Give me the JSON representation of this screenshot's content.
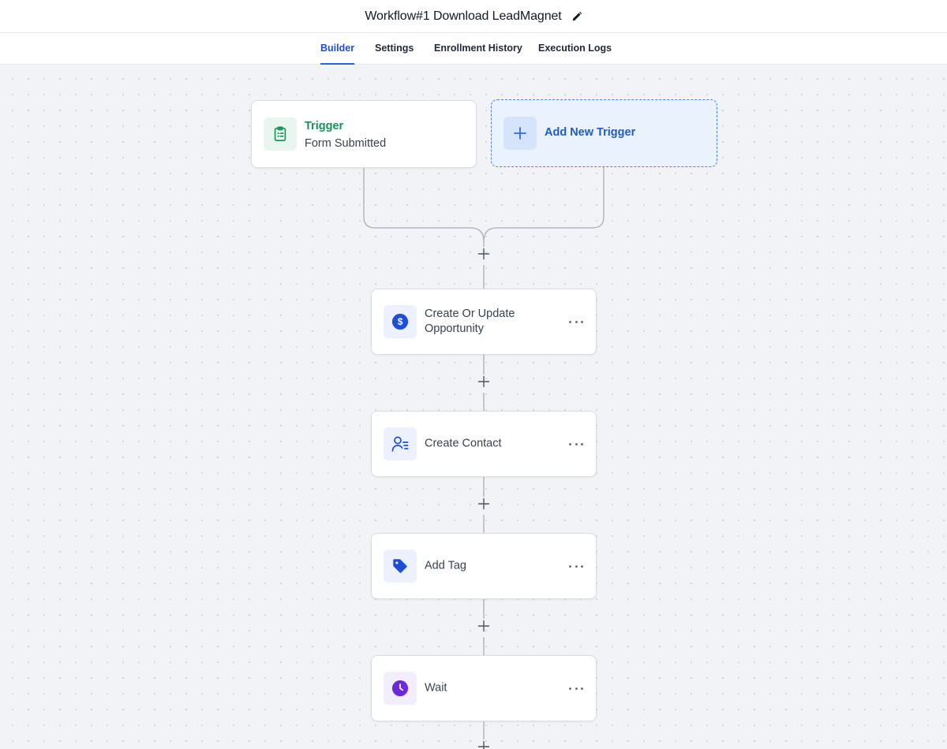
{
  "header": {
    "title": "Workflow#1 Download LeadMagnet",
    "edit_icon": "pencil-icon"
  },
  "tabs": [
    {
      "label": "Builder",
      "active": true
    },
    {
      "label": "Settings",
      "active": false
    },
    {
      "label": "Enrollment History",
      "active": false
    },
    {
      "label": "Execution Logs",
      "active": false
    }
  ],
  "trigger": {
    "label": "Trigger",
    "subtitle": "Form Submitted",
    "icon": "clipboard-list-icon",
    "color": "#15935a"
  },
  "add_trigger": {
    "label": "Add New Trigger",
    "icon": "plus-icon",
    "color": "#1e5bc6"
  },
  "actions": [
    {
      "label": "Create Or Update Opportunity",
      "icon": "dollar-circle-icon",
      "color": "#1d4ed8"
    },
    {
      "label": "Create Contact",
      "icon": "contact-list-icon",
      "color": "#1d4ed8"
    },
    {
      "label": "Add Tag",
      "icon": "tag-icon",
      "color": "#1d4ed8"
    },
    {
      "label": "Wait",
      "icon": "clock-icon",
      "color": "#6d28d9"
    }
  ],
  "colors": {
    "accent": "#2563eb",
    "canvas": "#f1f3f7"
  }
}
